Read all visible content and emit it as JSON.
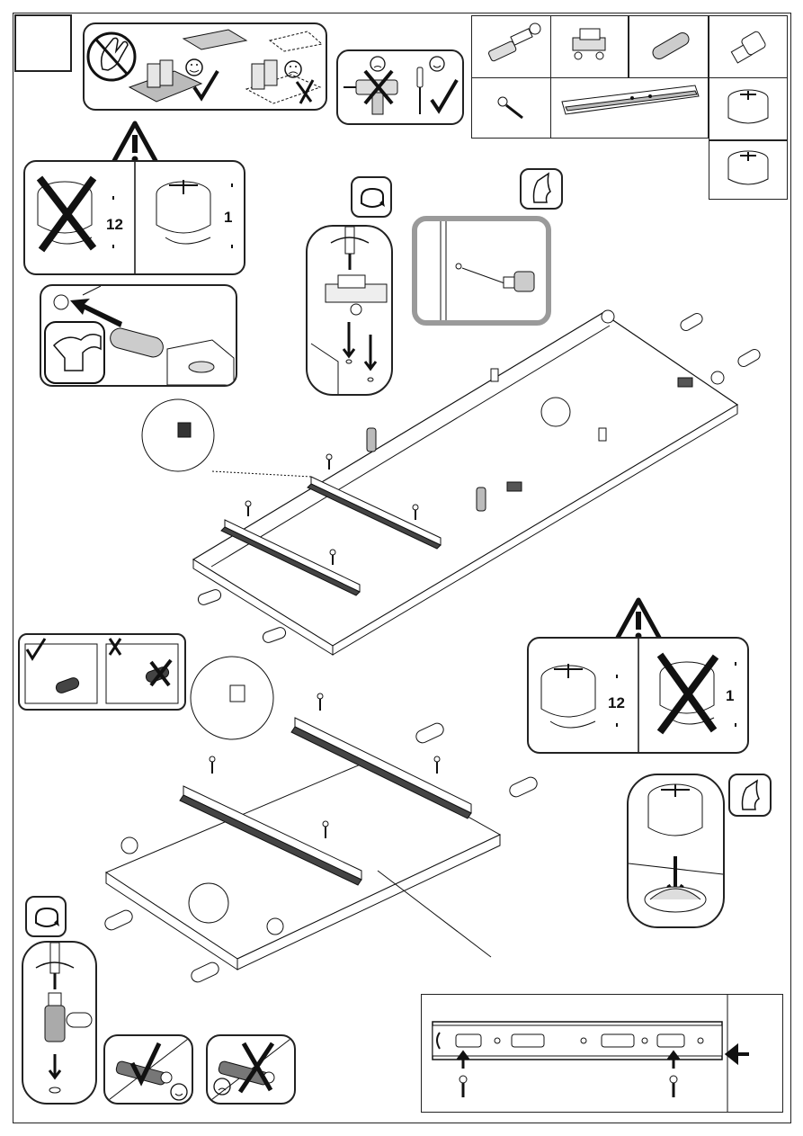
{
  "page": {
    "step_number": ""
  },
  "warning_top": {
    "count_wrong": "12",
    "count_right": "1"
  },
  "warning_mid": {
    "count_right": "12",
    "count_wrong": "1"
  },
  "colors": {
    "ink": "#222222",
    "frame_grey": "#9a9a9a",
    "paper": "#ffffff"
  },
  "icons": [
    "no-glove-surface-icon",
    "happy-face-icon",
    "sad-face-icon",
    "check-icon",
    "cross-icon",
    "drill-icon",
    "screwdriver-icon",
    "warning-icon",
    "rotate-icon",
    "glue-hint-icon",
    "cam-lock-icon",
    "dowel-icon",
    "drawer-runner-icon",
    "screw-icon",
    "hinge-icon"
  ]
}
